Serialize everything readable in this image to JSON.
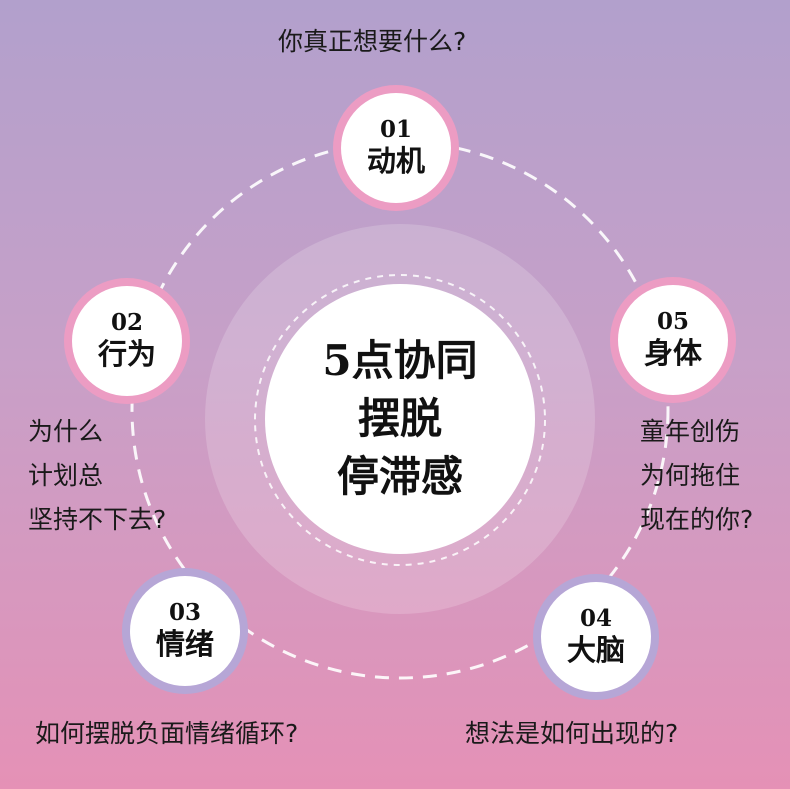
{
  "center": {
    "lines": [
      "5点协同",
      "摆脱",
      "停滞感"
    ]
  },
  "colors": {
    "ring_dash": "#ffffff",
    "pink_border": "#ec9cc3",
    "lilac_border": "#b6a6d6"
  },
  "nodes": [
    {
      "num": "01",
      "label": "动机",
      "captions": [
        "你真正想要什么?"
      ]
    },
    {
      "num": "02",
      "label": "行为",
      "captions": [
        "为什么",
        "计划总",
        "坚持不下去?"
      ]
    },
    {
      "num": "03",
      "label": "情绪",
      "captions": [
        "如何摆脱负面情绪循环?"
      ]
    },
    {
      "num": "04",
      "label": "大脑",
      "captions": [
        "想法是如何出现的?"
      ]
    },
    {
      "num": "05",
      "label": "身体",
      "captions": [
        "童年创伤",
        "为何拖住",
        "现在的你?"
      ]
    }
  ]
}
